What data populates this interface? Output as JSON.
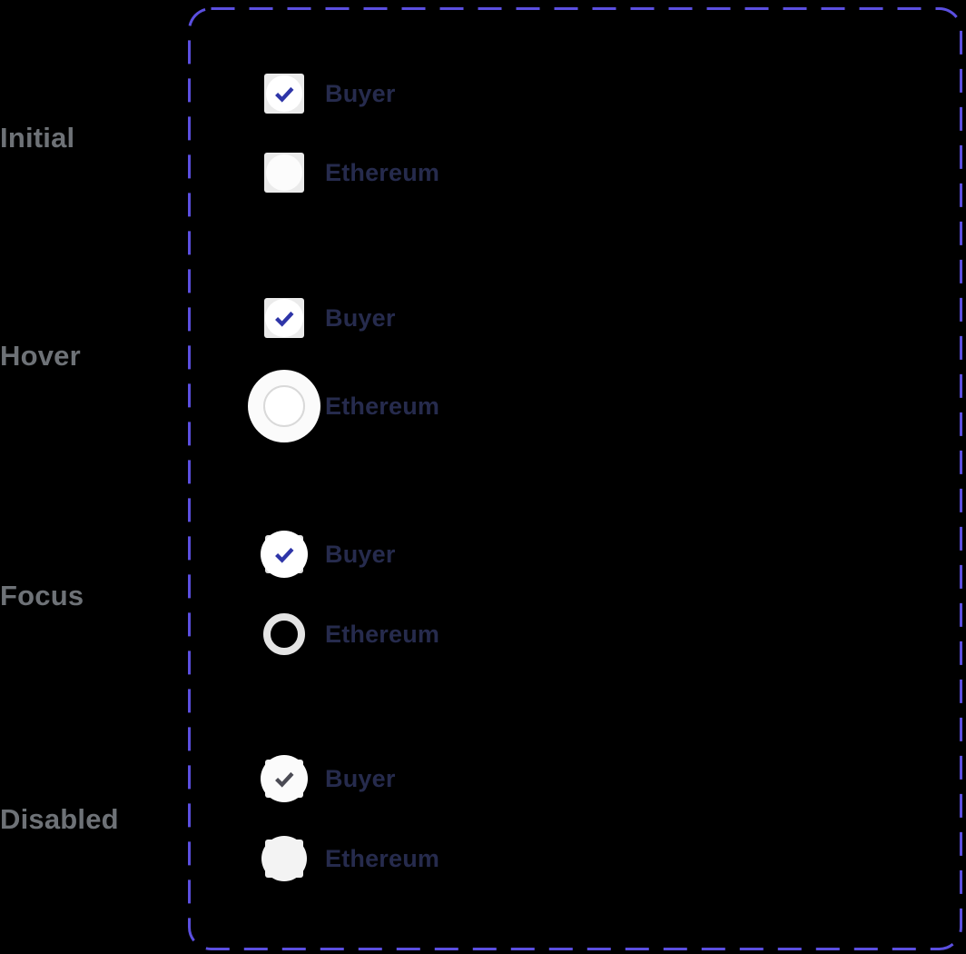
{
  "colors": {
    "background": "#000000",
    "panel_border": "#5b4fe0",
    "accent_check": "#2e35a8",
    "disabled_check": "#4b4b54",
    "option_label": "#262b4d",
    "state_label": "#6e7277",
    "tile": "#ebebeb"
  },
  "sections": [
    {
      "state": "initial",
      "label": "Initial",
      "options": [
        {
          "label": "Buyer",
          "checked": true
        },
        {
          "label": "Ethereum",
          "checked": false
        }
      ]
    },
    {
      "state": "hover",
      "label": "Hover",
      "options": [
        {
          "label": "Buyer",
          "checked": true
        },
        {
          "label": "Ethereum",
          "checked": false
        }
      ]
    },
    {
      "state": "focus",
      "label": "Focus",
      "options": [
        {
          "label": "Buyer",
          "checked": true
        },
        {
          "label": "Ethereum",
          "checked": false
        }
      ]
    },
    {
      "state": "disabled",
      "label": "Disabled",
      "options": [
        {
          "label": "Buyer",
          "checked": true
        },
        {
          "label": "Ethereum",
          "checked": false
        }
      ]
    }
  ]
}
